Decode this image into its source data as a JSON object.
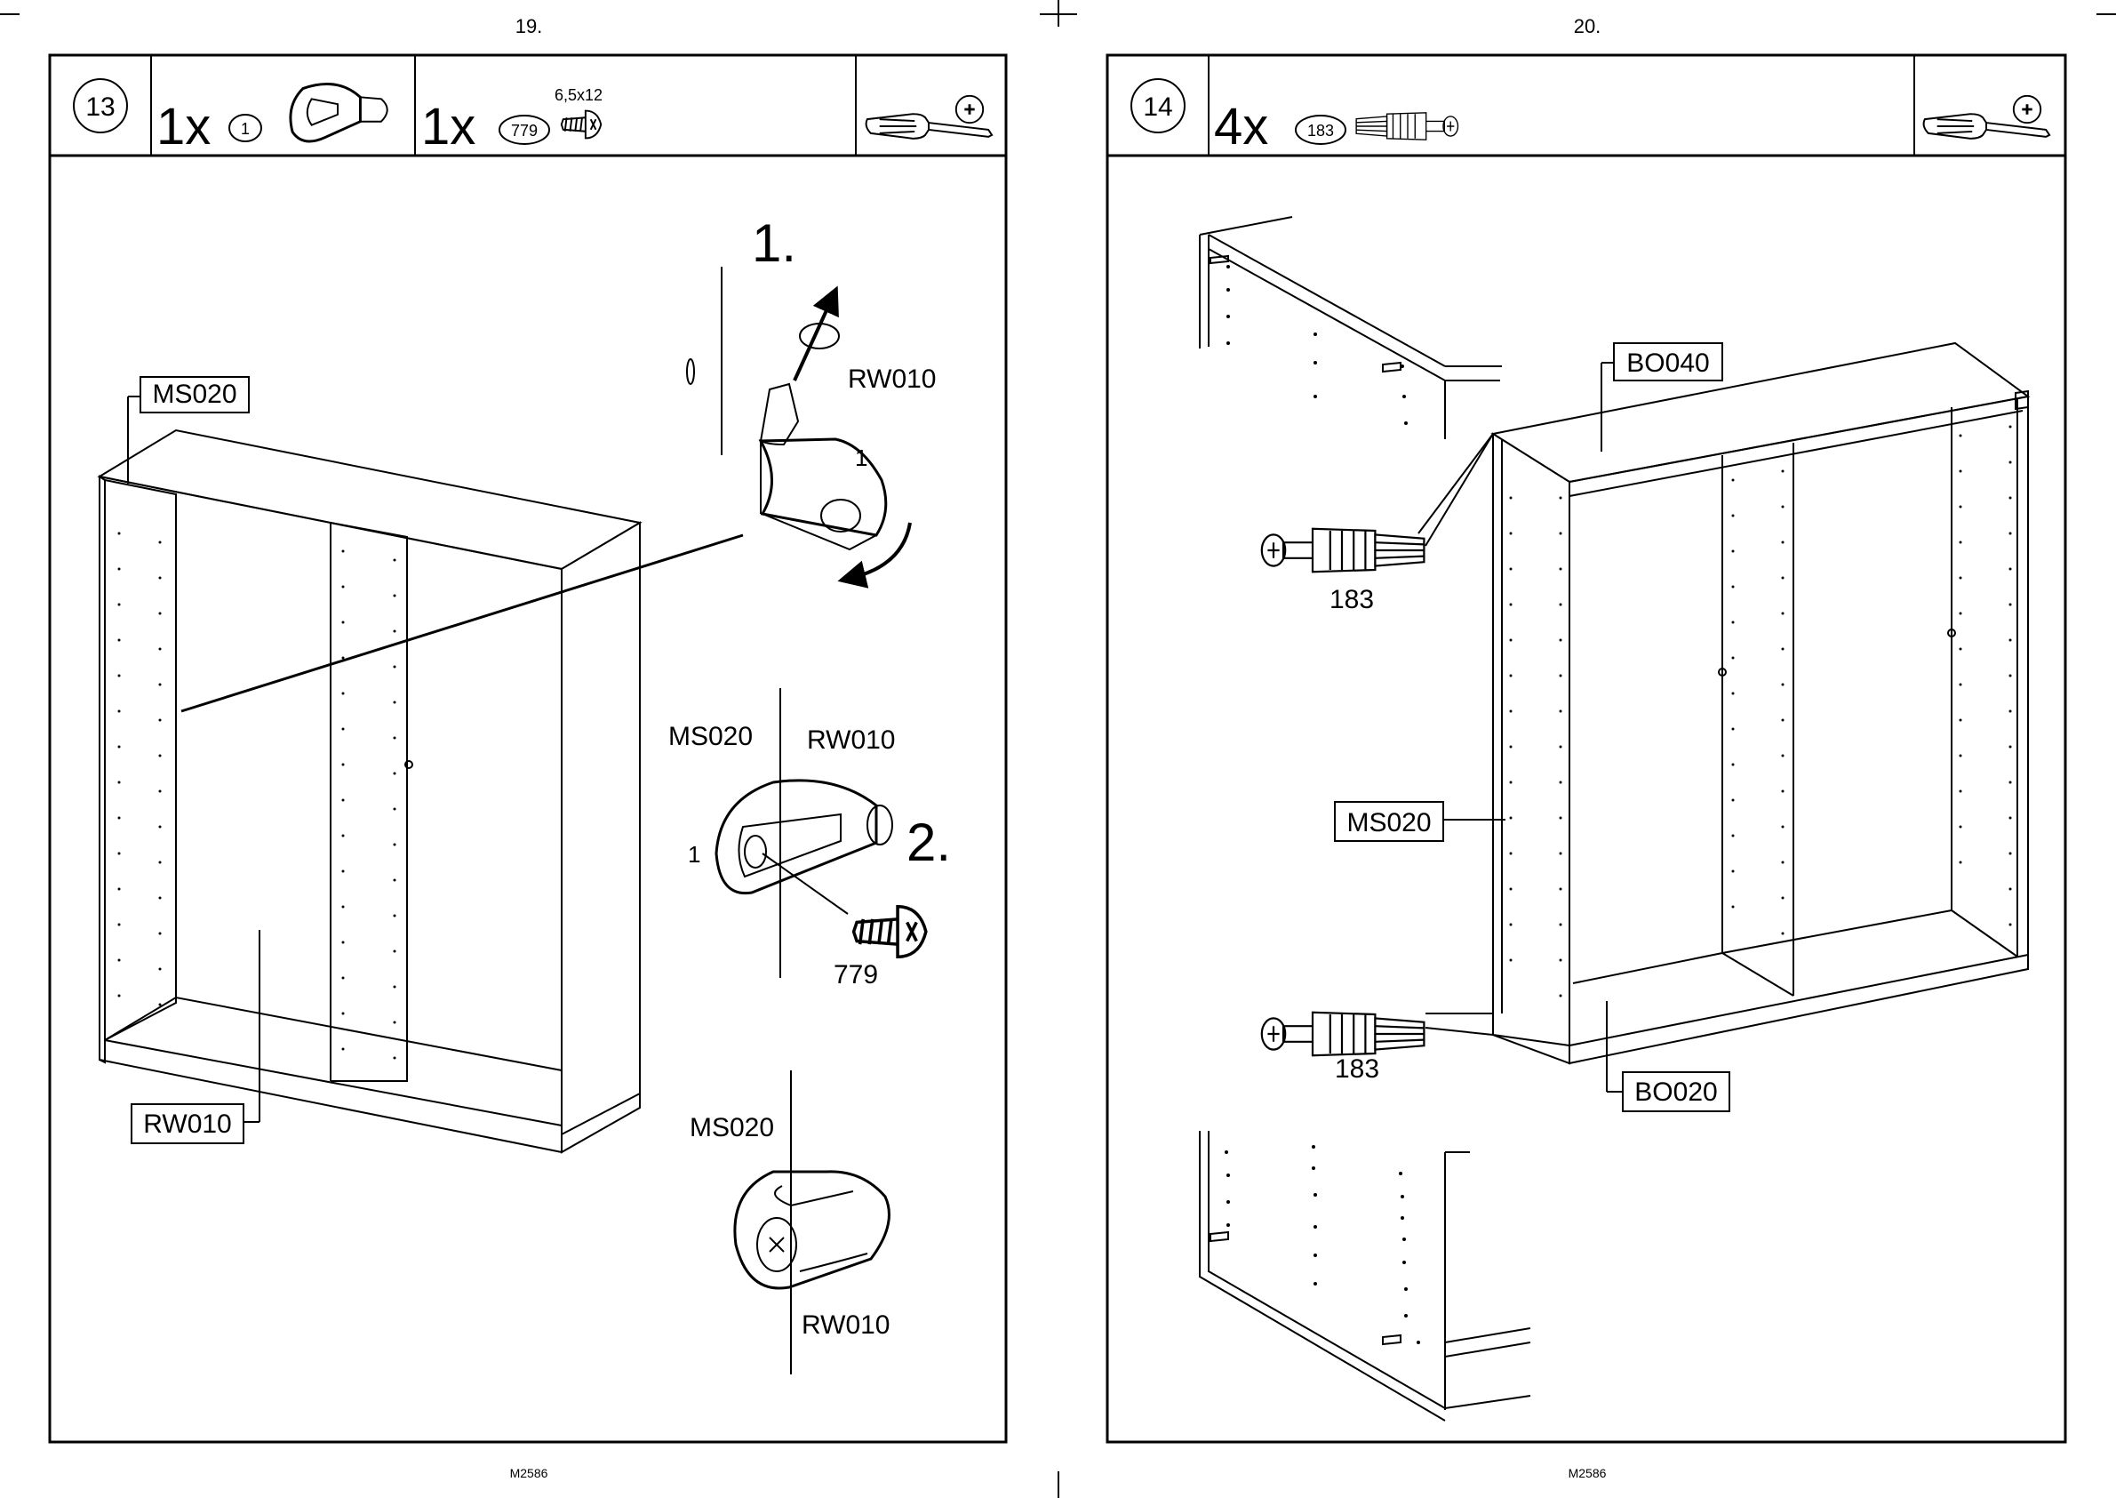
{
  "left_page": {
    "page_number": "19.",
    "footer_code": "M2586",
    "step": {
      "number": "13",
      "parts": [
        {
          "quantity": "1x",
          "part_id": "1",
          "icon": "cam-lock-fitting-icon"
        },
        {
          "quantity": "1x",
          "part_id": "779",
          "size": "6,5x12",
          "icon": "screw-icon"
        }
      ],
      "tool_icons": [
        "screwdriver-icon",
        "phillips-head-icon"
      ]
    },
    "labels": {
      "ms020_box": "MS020",
      "rw010_box": "RW010",
      "sub_step_1": "1.",
      "sub_step_2": "2.",
      "rw010_step1": "RW010",
      "part1_step1": "1",
      "ms020_step2": "MS020",
      "rw010_step2": "RW010",
      "part1_step2": "1",
      "screw_779": "779",
      "ms020_step3": "MS020",
      "rw010_step3": "RW010"
    }
  },
  "right_page": {
    "page_number": "20.",
    "footer_code": "M2586",
    "step": {
      "number": "14",
      "parts": [
        {
          "quantity": "4x",
          "part_id": "183",
          "icon": "dowel-connector-icon"
        }
      ],
      "tool_icons": [
        "screwdriver-icon",
        "phillips-head-icon"
      ]
    },
    "labels": {
      "bo040_box": "BO040",
      "ms020_box": "MS020",
      "bo020_box": "BO020",
      "connector_top": "183",
      "connector_bottom": "183"
    }
  }
}
